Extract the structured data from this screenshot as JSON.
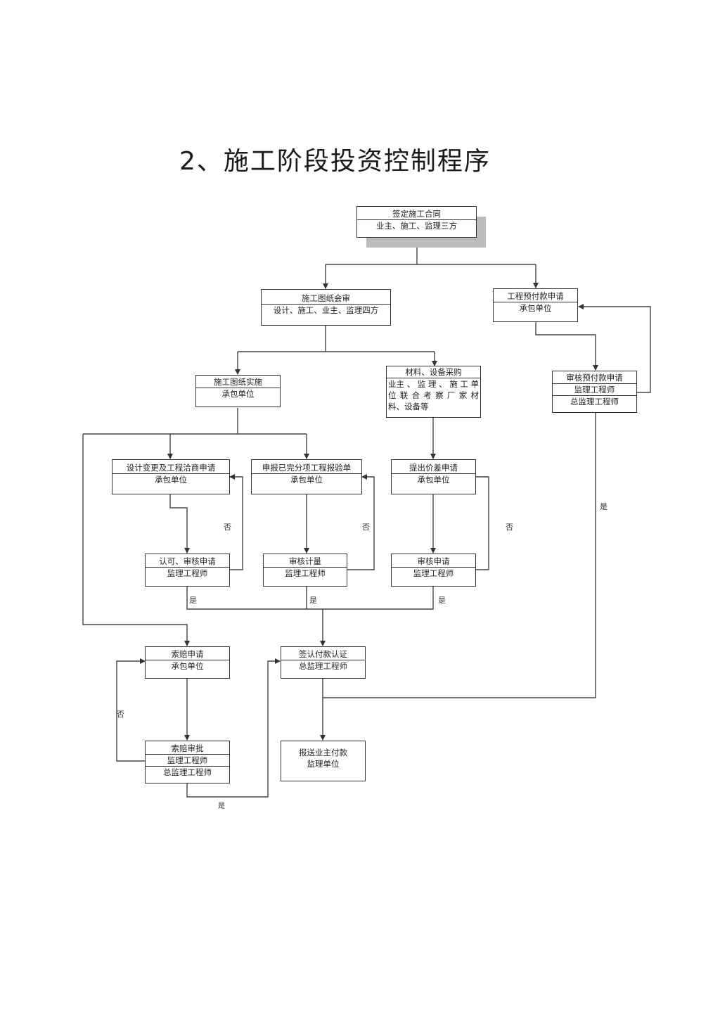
{
  "title": "2、施工阶段投资控制程序",
  "nodes": {
    "contract": {
      "lines": [
        "签定施工合同",
        "业主、施工、监理三方"
      ]
    },
    "drawing_review": {
      "lines": [
        "施工图纸会审",
        "设计、施工、业主、监理四方"
      ]
    },
    "advance_apply": {
      "lines": [
        "工程预付款申请",
        "承包单位"
      ]
    },
    "drawing_impl": {
      "lines": [
        "施工图纸实施",
        "承包单位"
      ]
    },
    "material": {
      "lines": [
        "材料、设备采购",
        "业主 、 监 理 、 施 工 单",
        "位 联 合 考 察 厂 家 材",
        "料、设备等"
      ]
    },
    "advance_review": {
      "lines": [
        "审核预付款申请",
        "监理工程师",
        "总监理工程师"
      ]
    },
    "design_change": {
      "lines": [
        "设计变更及工程洽商申请",
        "承包单位"
      ]
    },
    "report_done": {
      "lines": [
        "申报已完分项工程报验单",
        "承包单位"
      ]
    },
    "price_diff": {
      "lines": [
        "提出价差申请",
        "承包单位"
      ]
    },
    "approve_apply": {
      "lines": [
        "认可、审核申请",
        "监理工程师"
      ]
    },
    "audit_qty": {
      "lines": [
        "审核计量",
        "监理工程师"
      ]
    },
    "audit_apply": {
      "lines": [
        "审核申请",
        "监理工程师"
      ]
    },
    "claim_apply": {
      "lines": [
        "索赔申请",
        "承包单位"
      ]
    },
    "pay_cert": {
      "lines": [
        "签认付款认证",
        "总监理工程师"
      ]
    },
    "claim_approve": {
      "lines": [
        "索赔审批",
        "监理工程师",
        "总监理工程师"
      ]
    },
    "submit_owner": {
      "lines": [
        "报送业主付款",
        "监理单位"
      ]
    }
  },
  "labels": {
    "no": "否",
    "yes": "是"
  }
}
